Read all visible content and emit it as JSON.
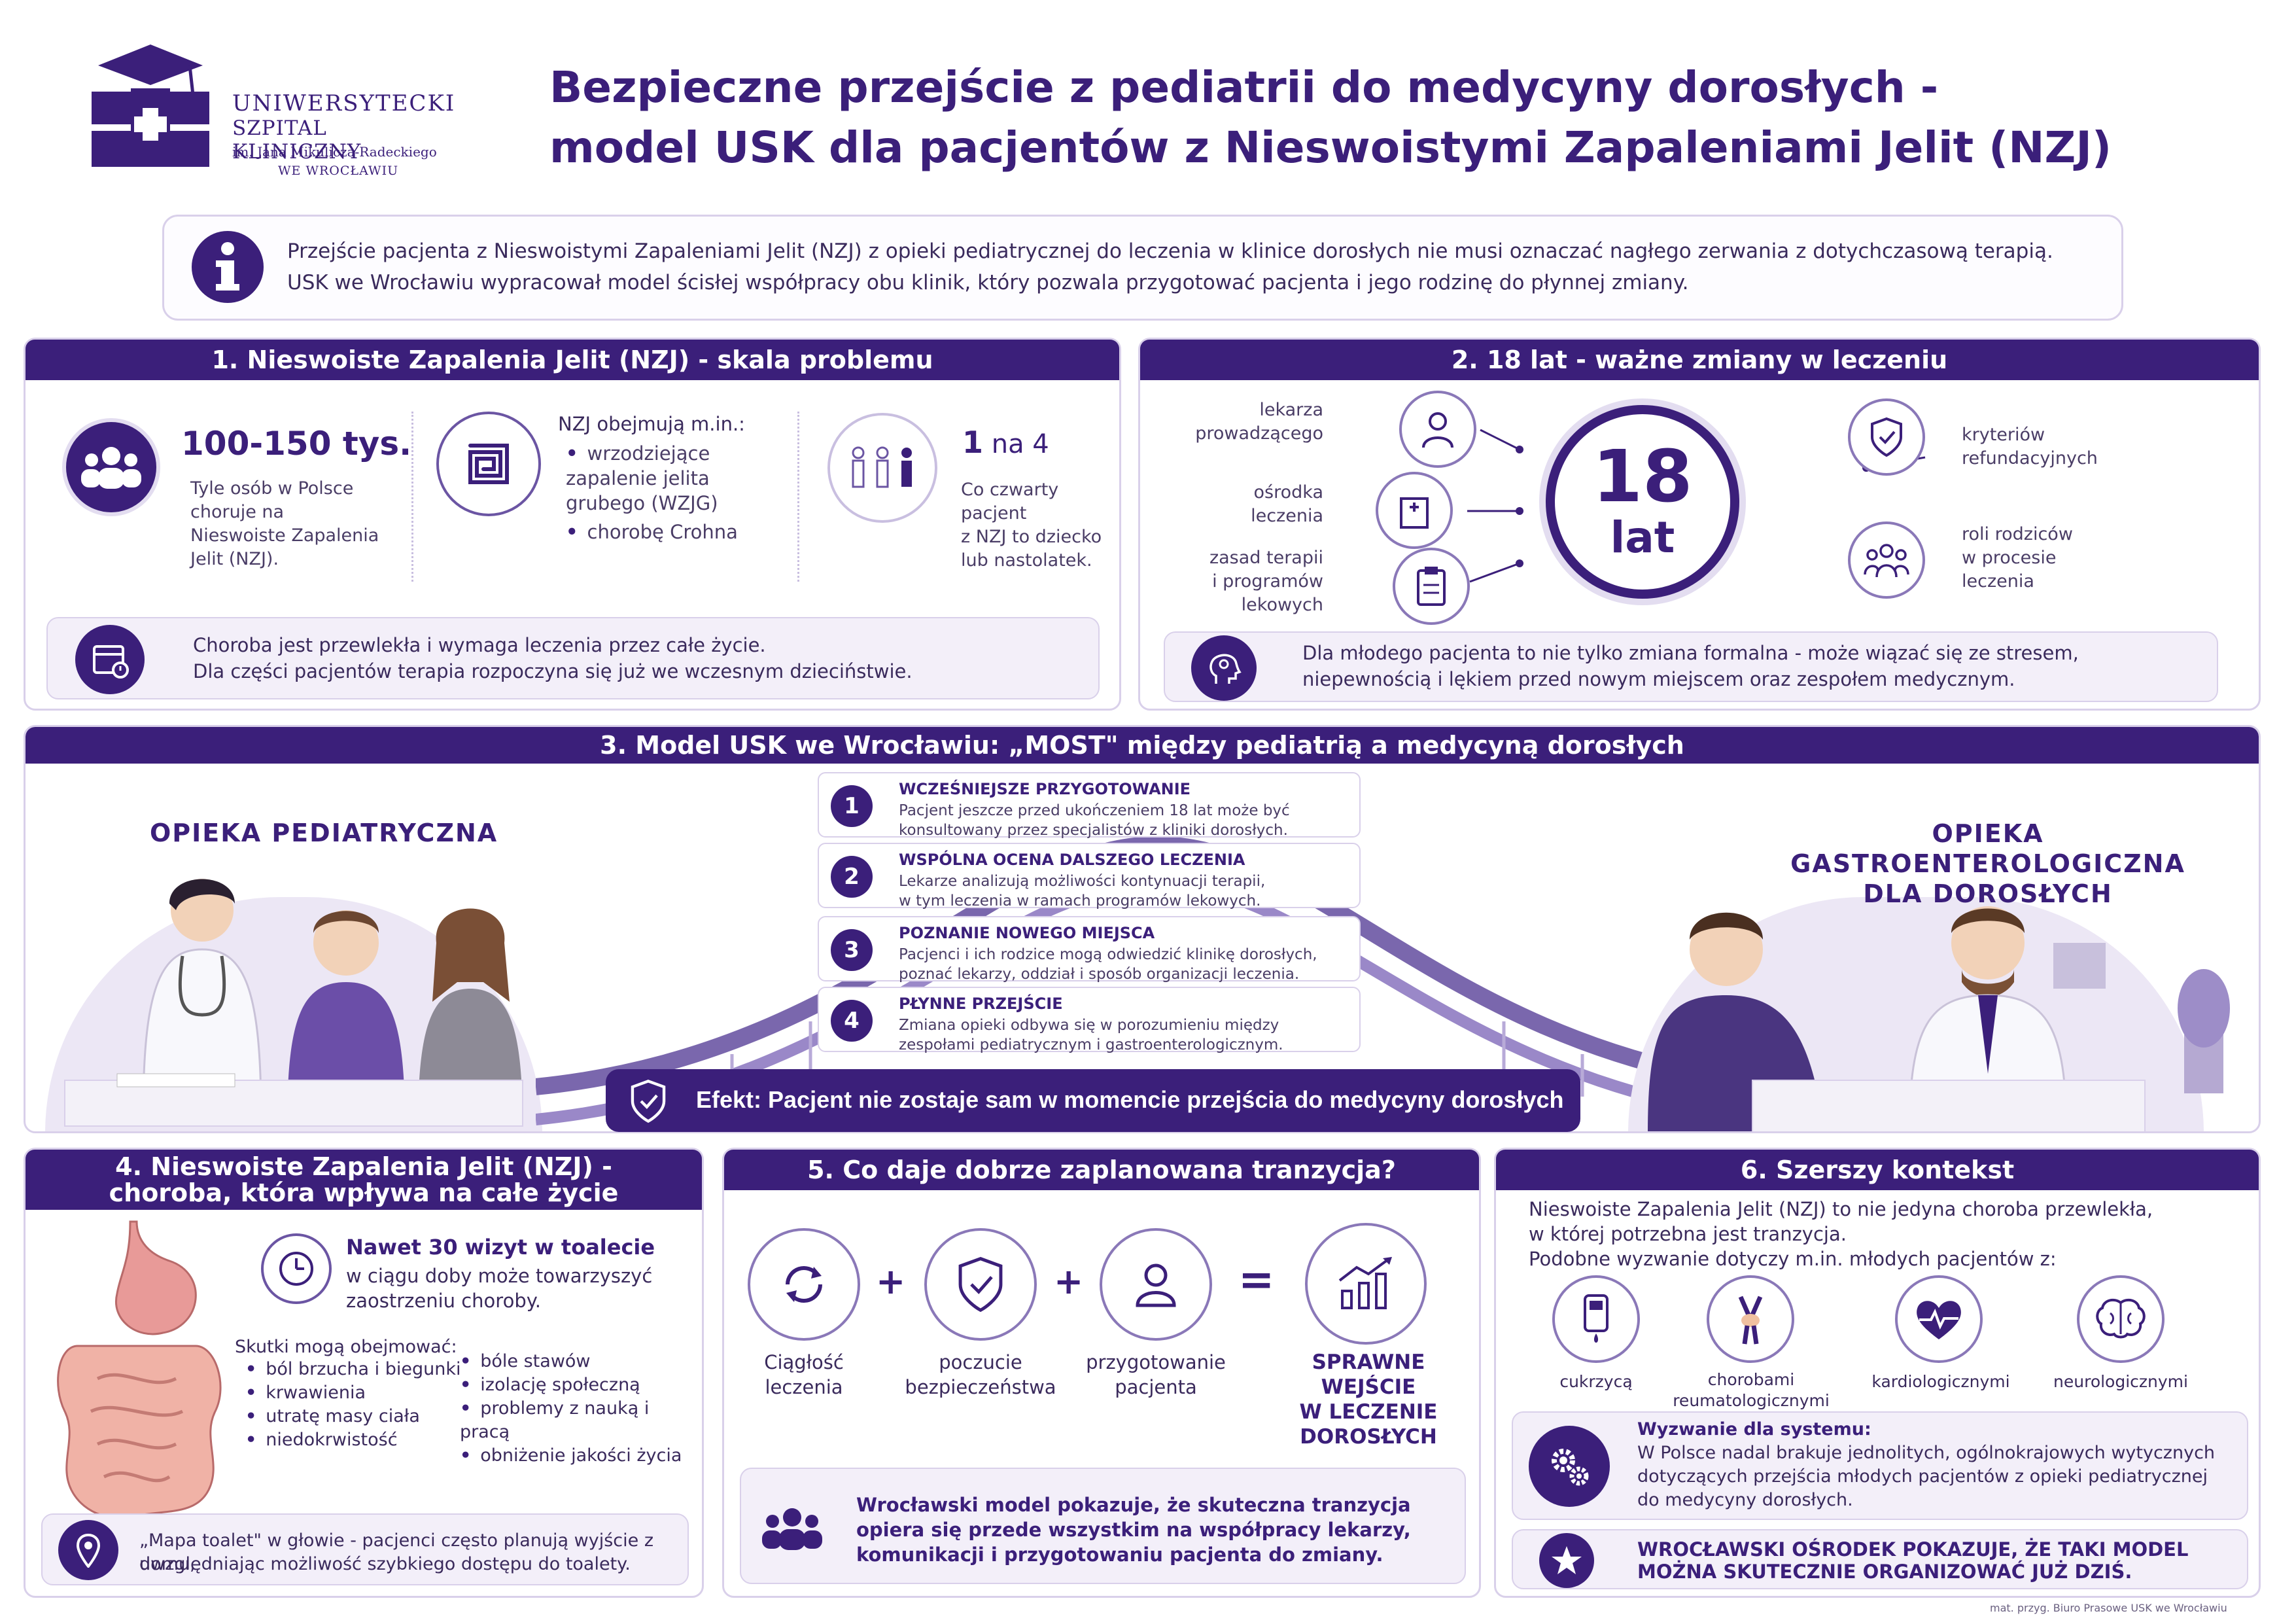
{
  "logo": {
    "line1": "UNIWERSYTECKI",
    "line2": "SZPITAL KLINICZNY",
    "line3": "im. Jana Mikulicza-Radeckiego",
    "line4": "WE WROCŁAWIU"
  },
  "title": {
    "line1": "Bezpieczne przejście z pediatrii do medycyny dorosłych -",
    "line2": "model USK dla pacjentów z Nieswoistymi Zapaleniami Jelit (NZJ)"
  },
  "intro": {
    "line1": "Przejście pacjenta z Nieswoistymi Zapaleniami Jelit (NZJ) z opieki pediatrycznej do leczenia w klinice dorosłych nie musi oznaczać nagłego zerwania z dotychczasową terapią.",
    "line2": "USK we Wrocławiu wypracował model ścisłej współpracy obu klinik, który pozwala przygotować pacjenta i jego rodzinę do płynnej zmiany."
  },
  "section1": {
    "heading": "1. Nieswoiste Zapalenia Jelit (NZJ) - skala problemu",
    "stat_value": "100-150 tys.",
    "stat_text": [
      "Tyle osób w Polsce",
      "choruje na",
      "Nieswoiste Zapalenia",
      "Jelit (NZJ)."
    ],
    "includes_label": "NZJ obejmują m.in.:",
    "includes": [
      "wrzodziejące zapalenie jelita grubego (WZJG)",
      "chorobę Crohna"
    ],
    "ratio_num": "1",
    "ratio_rest": " na 4",
    "ratio_text": [
      "Co czwarty",
      "pacjent",
      "z NZJ to dziecko",
      "lub nastolatek."
    ],
    "note_line1": "Choroba jest przewlekła i wymaga leczenia przez całe życie.",
    "note_line2": "Dla części pacjentów terapia rozpoczyna się już we wczesnym dzieciństwie."
  },
  "section2": {
    "heading": "2. 18 lat - ważne zmiany w leczeniu",
    "center_num": "18",
    "center_word": "lat",
    "left_items": [
      [
        "lekarza",
        "prowadzącego"
      ],
      [
        "ośrodka",
        "leczenia"
      ],
      [
        "zasad terapii",
        "i programów",
        "lekowych"
      ]
    ],
    "right_items": [
      [
        "kryteriów",
        "refundacyjnych"
      ],
      [
        "roli rodziców",
        "w procesie",
        "leczenia"
      ]
    ],
    "note_line1": "Dla młodego pacjenta to nie tylko zmiana formalna - może wiązać się ze stresem,",
    "note_line2": "niepewnością i lękiem przed nowym miejscem oraz zespołem medycznym."
  },
  "section3": {
    "heading": "3. Model USK we Wrocławiu: „MOST\" między pediatrią a medycyną dorosłych",
    "left_label": "OPIEKA PEDIATRYCZNA",
    "right_label1": "OPIEKA GASTROENTEROLOGICZNA",
    "right_label2": "DLA DOROSŁYCH",
    "steps": [
      {
        "num": "1",
        "title": "WCZEŚNIEJSZE PRZYGOTOWANIE",
        "l1": "Pacjent jeszcze przed ukończeniem 18 lat może być",
        "l2": "konsultowany przez specjalistów z kliniki dorosłych."
      },
      {
        "num": "2",
        "title": "WSPÓLNA OCENA DALSZEGO LECZENIA",
        "l1": "Lekarze analizują możliwości kontynuacji terapii,",
        "l2": "w tym leczenia w ramach programów lekowych."
      },
      {
        "num": "3",
        "title": "POZNANIE NOWEGO MIEJSCA",
        "l1": "Pacjenci i ich rodzice mogą odwiedzić klinikę dorosłych,",
        "l2": "poznać lekarzy, oddział i sposób organizacji leczenia."
      },
      {
        "num": "4",
        "title": "PŁYNNE PRZEJŚCIE",
        "l1": "Zmiana opieki odbywa się w porozumieniu między",
        "l2": "zespołami pediatrycznym i gastroenterologicznym."
      }
    ],
    "effect": "Efekt: Pacjent nie zostaje sam w momencie przejścia do medycyny dorosłych"
  },
  "section4": {
    "heading1": "4. Nieswoiste Zapalenia Jelit (NZJ) -",
    "heading2": "choroba, która wpływa na całe życie",
    "visits_title": "Nawet 30 wizyt w toalecie",
    "visits_l1": "w ciągu doby może towarzyszyć",
    "visits_l2": "zaostrzeniu choroby.",
    "effects_label": "Skutki mogą obejmować:",
    "effects_col1": [
      "ból brzucha i biegunki",
      "krwawienia",
      "utratę masy ciała",
      "niedokrwistość"
    ],
    "effects_col2": [
      "bóle stawów",
      "izolację społeczną",
      "problemy z nauką i pracą",
      "obniżenie jakości życia"
    ],
    "note_line1": "„Mapa toalet\" w głowie - pacjenci często planują wyjście z domu,",
    "note_line2": "uwzględniając możliwość szybkiego dostępu do toalety."
  },
  "section5": {
    "heading": "5. Co daje dobrze zaplanowana tranzycja?",
    "items": [
      [
        "Ciągłość",
        "leczenia"
      ],
      [
        "poczucie",
        "bezpieczeństwa"
      ],
      [
        "przygotowanie",
        "pacjenta"
      ]
    ],
    "plus": "+",
    "equals": "=",
    "result": [
      "SPRAWNE",
      "WEJŚCIE",
      "W LECZENIE",
      "DOROSŁYCH"
    ],
    "note_line1": "Wrocławski model pokazuje, że skuteczna tranzycja",
    "note_line2": "opiera się przede wszystkim na współpracy lekarzy,",
    "note_line3": "komunikacji i przygotowaniu pacjenta do zmiany."
  },
  "section6": {
    "heading": "6. Szerszy kontekst",
    "text_l1": "Nieswoiste Zapalenia Jelit (NZJ) to nie jedyna choroba przewlekła,",
    "text_l2": "w której potrzebna jest tranzycja.",
    "text_l3": "Podobne wyzwanie dotyczy m.in. młodych pacjentów z:",
    "conditions": [
      [
        "cukrzycą"
      ],
      [
        "chorobami",
        "reumatologicznymi"
      ],
      [
        "kardiologicznymi"
      ],
      [
        "neurologicznymi"
      ]
    ],
    "challenge_title": "Wyzwanie dla systemu:",
    "challenge_l1": "W Polsce nadal brakuje jednolitych, ogólnokrajowych wytycznych",
    "challenge_l2": "dotyczących przejścia młodych pacjentów z opieki pediatrycznej",
    "challenge_l3": "do medycyny dorosłych.",
    "final_l1": "WROCŁAWSKI OŚRODEK POKAZUJE, ŻE TAKI MODEL",
    "final_l2": "MOŻNA SKUTECZNIE ORGANIZOWAĆ JUŻ DZIŚ."
  },
  "footer": "mat. przyg. Biuro Prasowe USK we Wrocławiu"
}
